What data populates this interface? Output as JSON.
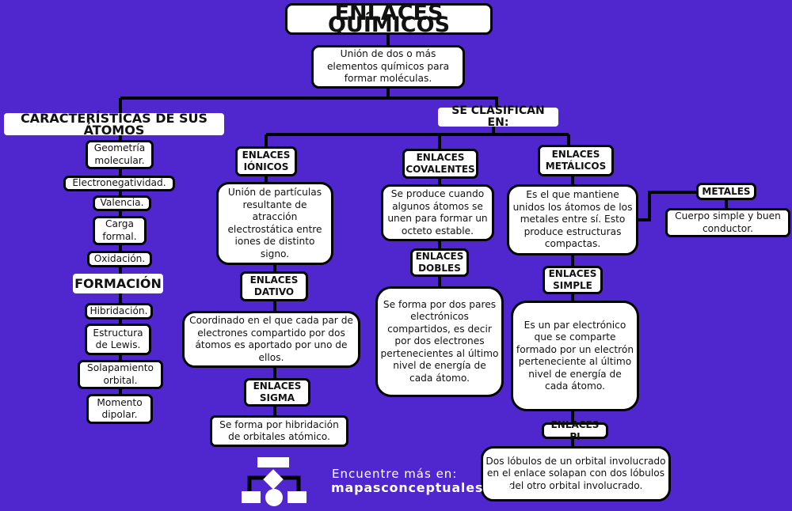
{
  "colors": {
    "background": "#5027cf",
    "box": "#ffffff",
    "line": "#000000"
  },
  "title": "ENLACES QUÍMICOS",
  "definition": "Unión de dos o más elementos químicos para formar moléculas.",
  "characteristics": {
    "heading": "CARACTERÍSTICAS DE SUS ÁTOMOS",
    "items": [
      "Geometría molecular.",
      "Electronegatividad.",
      "Valencia.",
      "Carga formal.",
      "Oxidación."
    ],
    "formation_heading": "FORMACIÓN",
    "formation_items": [
      "Hibridación.",
      "Estructura de Lewis.",
      "Solapamiento orbital.",
      "Momento dipolar."
    ]
  },
  "classification": {
    "heading": "SE CLASIFICAN EN:",
    "ionic": {
      "label": "ENLACES IÓNICOS",
      "desc": "Unión de partículas resultante de atracción electrostática entre iones de distinto signo."
    },
    "dative": {
      "label": "ENLACES DATIVO",
      "desc": "Coordinado en el que cada par de electrones compartido por dos átomos es aportado por uno de ellos."
    },
    "sigma": {
      "label": "ENLACES SIGMA",
      "desc": "Se forma por hibridación de orbitales atómico."
    },
    "covalent": {
      "label": "ENLACES COVALENTES",
      "desc": "Se produce cuando algunos átomos se unen para formar un octeto estable."
    },
    "double": {
      "label": "ENLACES DOBLES",
      "desc": "Se forma por dos pares electrónicos compartidos, es decir por dos electrones pertenecientes al último nivel de energía de cada átomo."
    },
    "metallic": {
      "label": "ENLACES METÁLICOS",
      "desc": "Es el que mantiene unidos los átomos de los metales entre sí. Esto produce estructuras compactas."
    },
    "metals": {
      "label": "METALES",
      "desc": "Cuerpo simple y buen conductor."
    },
    "simple": {
      "label": "ENLACES SIMPLE",
      "desc": "Es un par electrónico que se comparte formado por un electrón perteneciente al último nivel de energía de cada átomo."
    },
    "pi": {
      "label": "ENLACES PI",
      "desc": "Dos lóbulos de un orbital involucrado en el enlace solapan con dos lóbulos del otro orbital involucrado."
    }
  },
  "footer": {
    "line1": "Encuentre más en:",
    "line2": "mapasconceptuales.xyz",
    "logo_icon": "flowchart-icon"
  }
}
